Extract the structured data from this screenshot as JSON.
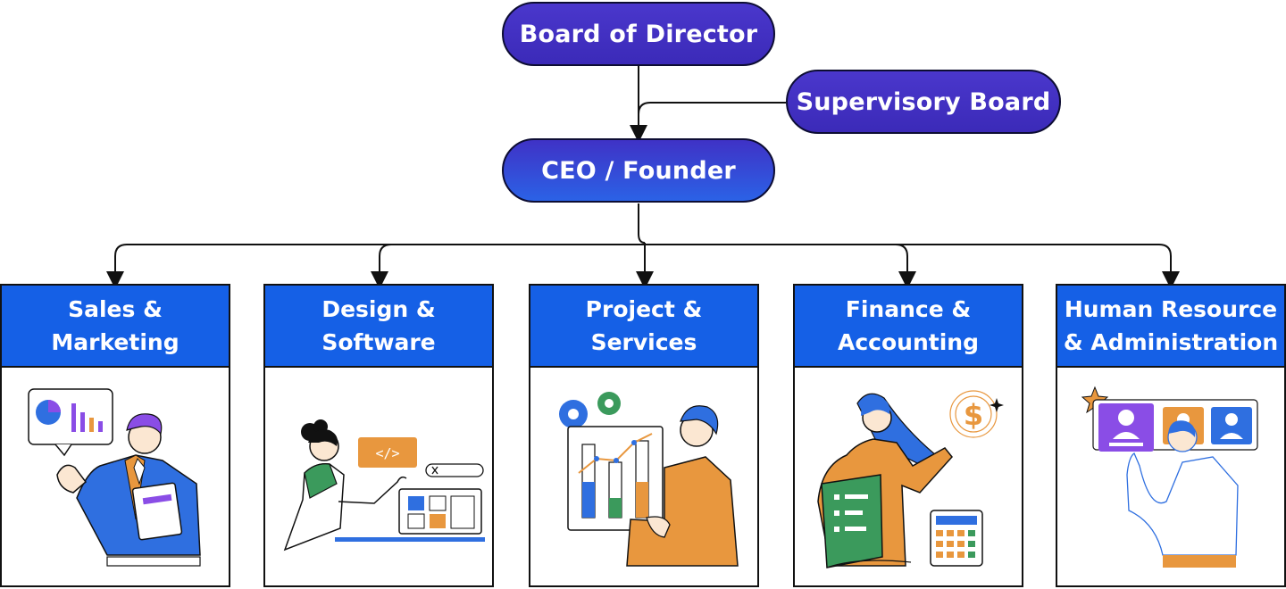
{
  "top": {
    "board_label": "Board of Director",
    "supervisory_label": "Supervisory Board",
    "ceo_label": "CEO / Founder"
  },
  "departments": [
    {
      "label": "Sales &\nMarketing",
      "icon": "sales-marketing-illustration"
    },
    {
      "label": "Design &\nSoftware",
      "icon": "design-software-illustration"
    },
    {
      "label": "Project &\nServices",
      "icon": "project-services-illustration"
    },
    {
      "label": "Finance &\nAccounting",
      "icon": "finance-accounting-illustration"
    },
    {
      "label": "Human Resource\n& Administration",
      "icon": "hr-administration-illustration"
    }
  ],
  "illustrations": {
    "finance_symbol": "$"
  },
  "colors": {
    "pill_primary": "#3b2ab8",
    "dept_header": "#1560e6",
    "accent_orange": "#e8973e",
    "accent_purple": "#8a4de6",
    "accent_green": "#3b9a5c"
  }
}
